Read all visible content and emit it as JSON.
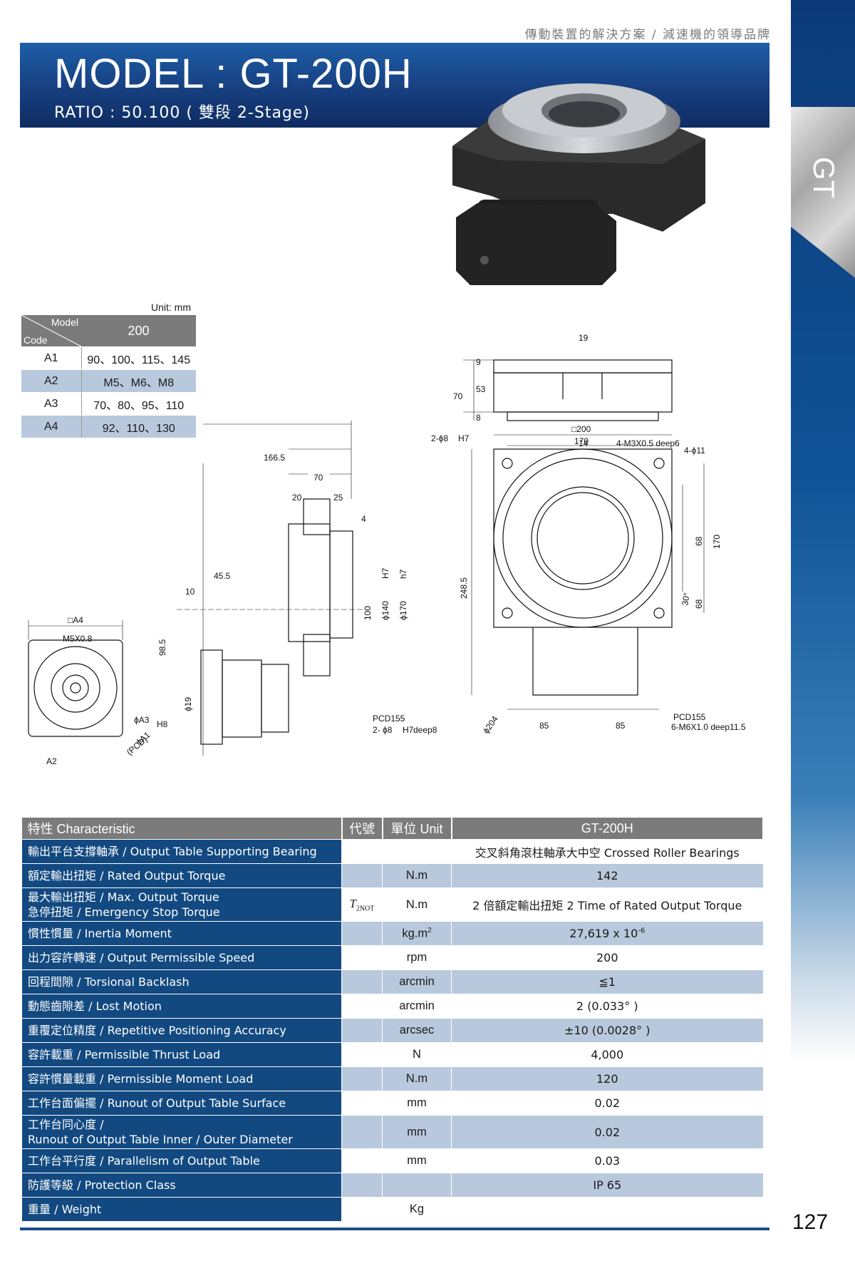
{
  "header": {
    "slogan": "傳動裝置的解決方案 / 減速機的領導品牌",
    "title": "MODEL : GT-200H",
    "ratio": "RATIO : 50.100 ( 雙段 2-Stage)",
    "side_label": "GT",
    "page_number": "127"
  },
  "code_table": {
    "unit": "Unit: mm",
    "header_model": "Model",
    "header_code": "Code",
    "header_value": "200",
    "rows": [
      {
        "code": "A1",
        "value": "90、100、115、145"
      },
      {
        "code": "A2",
        "value": "M5、M6、M8"
      },
      {
        "code": "A3",
        "value": "70、80、95、110"
      },
      {
        "code": "A4",
        "value": "92、110、130"
      }
    ]
  },
  "drawing": {
    "top": {
      "d19": "19",
      "d9": "9",
      "d53": "53",
      "d70": "70",
      "d8": "8",
      "d14": "14",
      "note": "4-M3X0.5 deep6"
    },
    "side": {
      "d1665": "166.5",
      "d70": "70",
      "d20": "20",
      "d25": "25",
      "d4": "4",
      "d455": "45.5",
      "d10": "10",
      "d985": "98.5",
      "d19": "ϕ19",
      "d100": "100",
      "d140": "ϕ140",
      "d140_tol": "H7",
      "d170": "ϕ170",
      "d170_tol": "h7"
    },
    "motor": {
      "a4": "□A4",
      "m5": "M5X0.8",
      "a3": "ϕA3",
      "a3_tol": "H8",
      "a1": "ϕA1",
      "pcd": "(PCD)",
      "a2": "A2"
    },
    "front": {
      "sq200": "□200",
      "d170": "170",
      "pin": "2-ϕ8",
      "pin_tol": "H7",
      "holes": "4-ϕ11",
      "d2485": "248.5",
      "d68a": "68",
      "d68b": "68",
      "d170v": "170",
      "ang": "30°",
      "d204": "ϕ204",
      "pcd_l1": "PCD155",
      "pcd_l2": "2- ϕ8",
      "pcd_l2_tol": "H7",
      "pcd_l2_end": "deep8",
      "pcd_r1": "PCD155",
      "pcd_r2": "6-M6X1.0 deep11.5",
      "d85a": "85",
      "d85b": "85"
    }
  },
  "spec": {
    "headers": {
      "characteristic": "特性 Characteristic",
      "symbol": "代號",
      "unit": "單位 Unit",
      "model": "GT-200H"
    },
    "rows": [
      {
        "c1": "輸出平台支撐軸承 / Output Table Supporting Bearing",
        "c2": "",
        "sym": "",
        "unit": "",
        "value": "交叉斜角滾柱軸承大中空 Crossed Roller Bearings"
      },
      {
        "c1": "額定輸出扭矩 / Rated Output Torque",
        "c2": "",
        "sym": "",
        "unit": "N.m",
        "value": "142"
      },
      {
        "c1": "最大輸出扭矩 / Max. Output Torque",
        "c2": "急停扭矩 / Emergency Stop Torque",
        "sym": "T",
        "sym_sub": "2NOT",
        "unit": "N.m",
        "value": "2 倍額定輸出扭矩 2 Time of Rated Output Torque"
      },
      {
        "c1": "慣性慣量 / Inertia Moment",
        "c2": "",
        "sym": "",
        "unit": "kg.m",
        "unit_sup": "2",
        "value": "27,619 x 10",
        "value_sup": "-6"
      },
      {
        "c1": "出力容許轉速 / Output Permissible Speed",
        "c2": "",
        "sym": "",
        "unit": "rpm",
        "value": "200"
      },
      {
        "c1": "回程間隙 / Torsional Backlash",
        "c2": "",
        "sym": "",
        "unit": "arcmin",
        "value": "≦1"
      },
      {
        "c1": "動態齒隙差 / Lost Motion",
        "c2": "",
        "sym": "",
        "unit": "arcmin",
        "value": "2 (0.033° )"
      },
      {
        "c1": "重覆定位精度 / Repetitive Positioning Accuracy",
        "c2": "",
        "sym": "",
        "unit": "arcsec",
        "value": "±10 (0.0028° )"
      },
      {
        "c1": "容許載重 / Permissible Thrust Load",
        "c2": "",
        "sym": "",
        "unit": "N",
        "value": "4,000"
      },
      {
        "c1": "容許慣量載重 / Permissible Moment Load",
        "c2": "",
        "sym": "",
        "unit": "N.m",
        "value": "120"
      },
      {
        "c1": "工作台面偏擺 / Runout of Output Table Surface",
        "c2": "",
        "sym": "",
        "unit": "mm",
        "value": "0.02"
      },
      {
        "c1": "工作台同心度 /",
        "c2": "Runout of Output Table Inner / Outer Diameter",
        "sym": "",
        "unit": "mm",
        "value": "0.02"
      },
      {
        "c1": "工作台平行度 / Parallelism of Output Table",
        "c2": "",
        "sym": "",
        "unit": "mm",
        "value": "0.03"
      },
      {
        "c1": "防護等級 / Protection Class",
        "c2": "",
        "sym": "",
        "unit": "",
        "value": "IP 65"
      },
      {
        "c1": "重量 / Weight",
        "c2": "",
        "sym": "",
        "unit": "Kg",
        "value": ""
      }
    ]
  }
}
